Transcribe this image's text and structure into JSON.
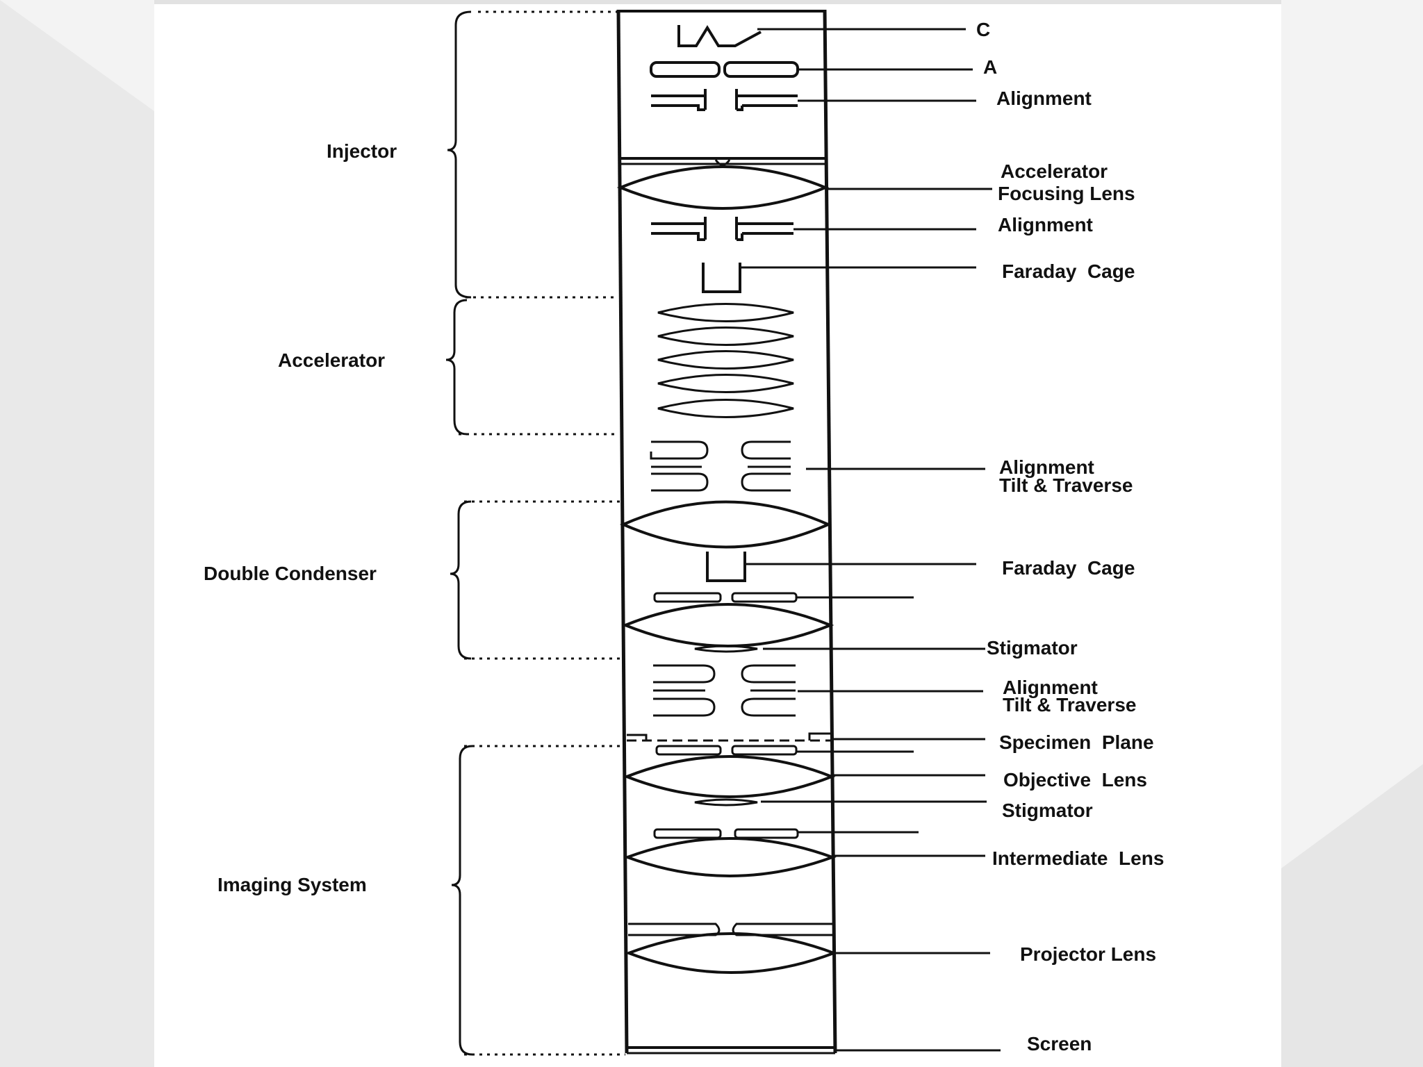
{
  "colors": {
    "ink": "#111111",
    "card": "#ffffff",
    "slide_background": "#f3f3f3",
    "slide_shadow": "#e6e6e6"
  },
  "sections": {
    "injector": "Injector",
    "accelerator": "Accelerator",
    "double_condenser": "Double Condenser",
    "imaging_system": "Imaging System"
  },
  "labels": {
    "c": "C",
    "a": "A",
    "alignment_1": "Alignment",
    "accel_focus_1": "Accelerator",
    "accel_focus_2": "Focusing Lens",
    "alignment_2": "Alignment",
    "faraday_1": "Faraday  Cage",
    "align_tilt_1a": "Alignment",
    "align_tilt_1b": "Tilt & Traverse",
    "faraday_2": "Faraday  Cage",
    "stigmator_1": "Stigmator",
    "align_tilt_2a": "Alignment",
    "align_tilt_2b": "Tilt & Traverse",
    "specimen_plane": "Specimen  Plane",
    "objective_lens": "Objective  Lens",
    "stigmator_2": "Stigmator",
    "intermediate_lens": "Intermediate  Lens",
    "projector_lens": "Projector Lens",
    "screen": "Screen"
  }
}
